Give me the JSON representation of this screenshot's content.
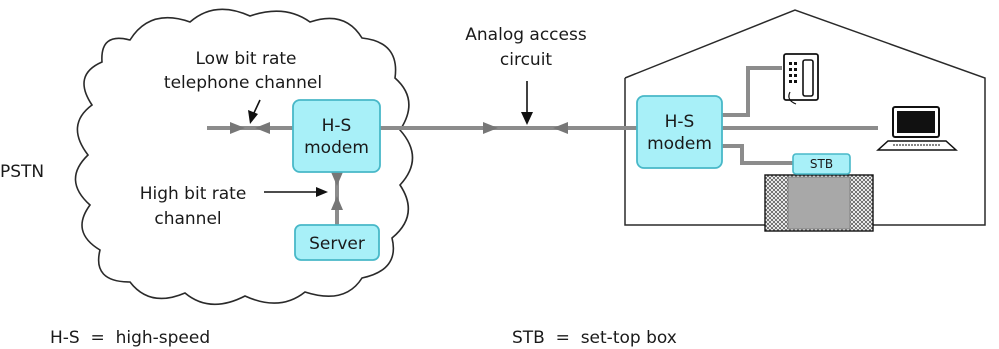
{
  "network": {
    "pstn_label": "PSTN",
    "low_rate_line1": "Low bit rate",
    "low_rate_line2": "telephone channel",
    "high_rate_line1": "High bit rate",
    "high_rate_line2": "channel",
    "exchange_modem_line1": "H-S",
    "exchange_modem_line2": "modem",
    "server_label": "Server"
  },
  "access": {
    "line1": "Analog access",
    "line2": "circuit"
  },
  "home": {
    "modem_line1": "H-S",
    "modem_line2": "modem",
    "stb_label": "STB"
  },
  "legend": {
    "hs": "H-S  =  high-speed",
    "stb": "STB  =  set-top box"
  },
  "colors": {
    "box_fill": "#a8f0f8",
    "box_stroke": "#48b8c8",
    "line": "#8c8c8c",
    "tv_fill": "#a8a8a8"
  }
}
